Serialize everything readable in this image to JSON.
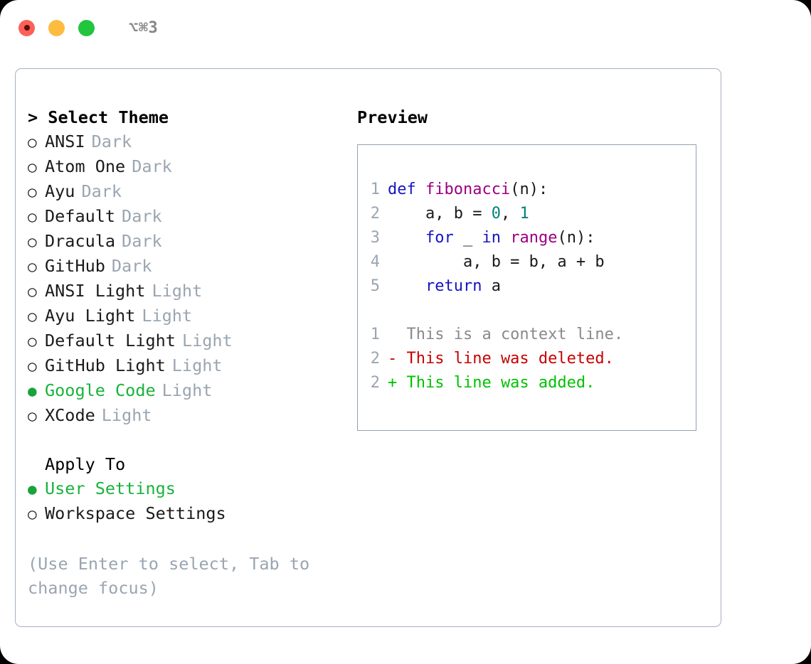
{
  "titlebar": {
    "shortcut": "⌥⌘3",
    "buttons": [
      {
        "name": "close",
        "color": "#fc6058"
      },
      {
        "name": "minimize",
        "color": "#fdbc40"
      },
      {
        "name": "maximize",
        "color": "#22c53e"
      }
    ]
  },
  "theme_list": {
    "header": "> Select Theme",
    "items": [
      {
        "marker": "○",
        "label": "ANSI",
        "tag": "Dark",
        "selected": false
      },
      {
        "marker": "○",
        "label": "Atom One",
        "tag": "Dark",
        "selected": false
      },
      {
        "marker": "○",
        "label": "Ayu",
        "tag": "Dark",
        "selected": false
      },
      {
        "marker": "○",
        "label": "Default",
        "tag": "Dark",
        "selected": false
      },
      {
        "marker": "○",
        "label": "Dracula",
        "tag": "Dark",
        "selected": false
      },
      {
        "marker": "○",
        "label": "GitHub",
        "tag": "Dark",
        "selected": false
      },
      {
        "marker": "○",
        "label": "ANSI Light",
        "tag": "Light",
        "selected": false
      },
      {
        "marker": "○",
        "label": "Ayu Light",
        "tag": "Light",
        "selected": false
      },
      {
        "marker": "○",
        "label": "Default Light",
        "tag": "Light",
        "selected": false
      },
      {
        "marker": "○",
        "label": "GitHub Light",
        "tag": "Light",
        "selected": false
      },
      {
        "marker": "●",
        "label": "Google Code",
        "tag": "Light",
        "selected": true
      },
      {
        "marker": "○",
        "label": "XCode",
        "tag": "Light",
        "selected": false
      }
    ]
  },
  "apply_to": {
    "header": "Apply To",
    "items": [
      {
        "marker": "●",
        "label": "User Settings",
        "tag": "",
        "selected": true
      },
      {
        "marker": "○",
        "label": "Workspace Settings",
        "tag": "",
        "selected": false
      }
    ]
  },
  "hint": "(Use Enter to select, Tab to change focus)",
  "preview": {
    "title": "Preview",
    "code_lines": [
      {
        "no": "1",
        "tokens": [
          {
            "t": "def",
            "c": "kw"
          },
          {
            "t": " ",
            "c": "pun"
          },
          {
            "t": "fibonacci",
            "c": "fn"
          },
          {
            "t": "(n):",
            "c": "pun"
          }
        ]
      },
      {
        "no": "2",
        "tokens": [
          {
            "t": "    a, b = ",
            "c": "pun"
          },
          {
            "t": "0",
            "c": "num"
          },
          {
            "t": ", ",
            "c": "pun"
          },
          {
            "t": "1",
            "c": "num"
          }
        ]
      },
      {
        "no": "3",
        "tokens": [
          {
            "t": "    ",
            "c": "pun"
          },
          {
            "t": "for",
            "c": "kw"
          },
          {
            "t": " _ ",
            "c": "pun"
          },
          {
            "t": "in",
            "c": "kw"
          },
          {
            "t": " ",
            "c": "pun"
          },
          {
            "t": "range",
            "c": "fn"
          },
          {
            "t": "(n):",
            "c": "pun"
          }
        ]
      },
      {
        "no": "4",
        "tokens": [
          {
            "t": "        a, b = b, a + b",
            "c": "pun"
          }
        ]
      },
      {
        "no": "5",
        "tokens": [
          {
            "t": "    ",
            "c": "pun"
          },
          {
            "t": "return",
            "c": "kw"
          },
          {
            "t": " a",
            "c": "pun"
          }
        ]
      }
    ],
    "diff_lines": [
      {
        "no": "1",
        "text": "  This is a context line.",
        "kind": "ctx"
      },
      {
        "no": "2",
        "text": "- This line was deleted.",
        "kind": "del"
      },
      {
        "no": "2",
        "text": "+ This line was added.",
        "kind": "add"
      }
    ]
  },
  "colors": {
    "selected_green": "#18b23c",
    "tag_gray": "#9aa5b1",
    "keyword_blue": "#1414c6",
    "function_magenta": "#9c007f",
    "number_teal": "#00807a",
    "diff_deleted_red": "#c70000",
    "diff_added_green": "#00c200",
    "border_gray": "#a6b1c0"
  }
}
